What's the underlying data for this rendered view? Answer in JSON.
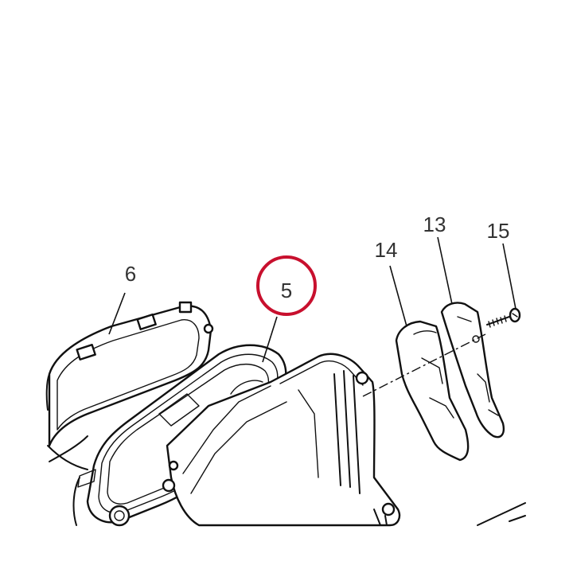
{
  "diagram": {
    "callouts": [
      {
        "id": "6",
        "label": "6"
      },
      {
        "id": "5",
        "label": "5",
        "highlighted": true
      },
      {
        "id": "14",
        "label": "14"
      },
      {
        "id": "13",
        "label": "13"
      },
      {
        "id": "15",
        "label": "15"
      }
    ],
    "highlight_color": "#c8102e",
    "line_color": "#111111",
    "label_color": "#333333"
  }
}
